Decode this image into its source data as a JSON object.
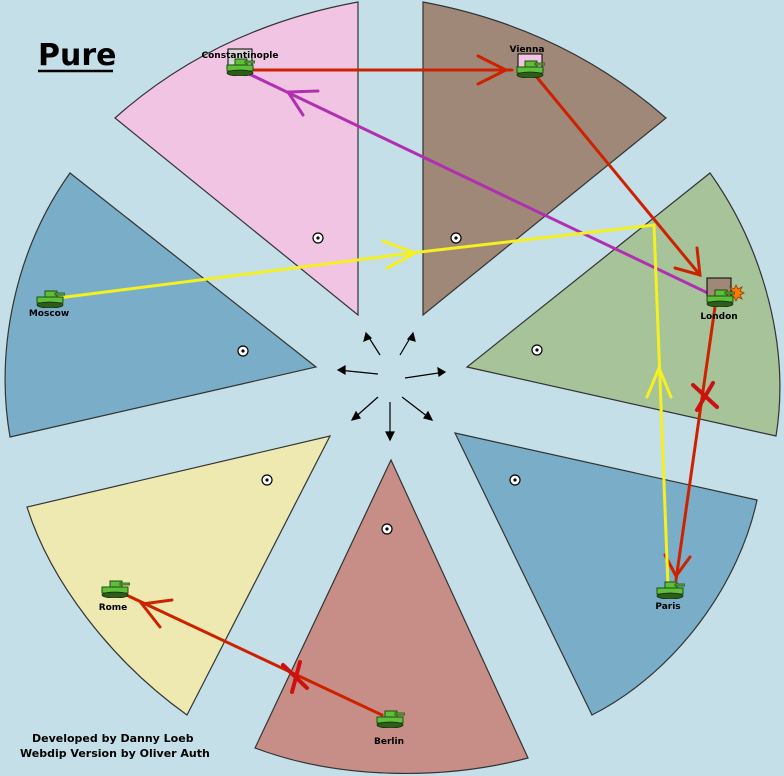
{
  "title": "Pure",
  "credits": {
    "line1": "Developed by Danny Loeb",
    "line2": "Webdip Version by Oliver Auth"
  },
  "colors": {
    "background": "#c5dfe8",
    "constantinople": "#f2c4e4",
    "vienna": "#a08878",
    "london": "#a6c39a",
    "paris": "#7aaec8",
    "berlin": "#c68e86",
    "rome": "#ede9b0",
    "moscow": "#7aaec8",
    "order_red": "#cc2200",
    "order_magenta": "#b030b0",
    "order_yellow": "#f5f020",
    "unit": "#5fbf3a"
  },
  "territories": [
    {
      "name": "Constantinople",
      "color": "#f2c4e4"
    },
    {
      "name": "Vienna",
      "color": "#a08878"
    },
    {
      "name": "London",
      "color": "#a6c39a"
    },
    {
      "name": "Paris",
      "color": "#7aaec8"
    },
    {
      "name": "Berlin",
      "color": "#c68e86"
    },
    {
      "name": "Rome",
      "color": "#ede9b0"
    },
    {
      "name": "Moscow",
      "color": "#7aaec8"
    }
  ],
  "units": [
    {
      "territory": "Constantinople",
      "type": "army"
    },
    {
      "territory": "Vienna",
      "type": "army"
    },
    {
      "territory": "London",
      "type": "army",
      "dislodged": true
    },
    {
      "territory": "Paris",
      "type": "army"
    },
    {
      "territory": "Berlin",
      "type": "army"
    },
    {
      "territory": "Rome",
      "type": "army"
    },
    {
      "territory": "Moscow",
      "type": "army"
    }
  ],
  "orders": [
    {
      "from": "Constantinople",
      "to": "Vienna",
      "type": "move",
      "color": "red",
      "failed": false
    },
    {
      "from": "Vienna",
      "to": "London",
      "type": "move",
      "color": "red",
      "failed": false
    },
    {
      "from": "London",
      "to": "Constantinople",
      "type": "move",
      "color": "magenta",
      "failed": false
    },
    {
      "from": "London",
      "to": "Paris",
      "type": "move",
      "color": "red",
      "failed": true
    },
    {
      "from": "Paris",
      "to": "Vienna",
      "type": "support",
      "color": "yellow"
    },
    {
      "from": "Moscow",
      "to": "Vienna",
      "type": "support",
      "color": "yellow"
    },
    {
      "from": "Berlin",
      "to": "Rome",
      "type": "move",
      "color": "red",
      "failed": true
    }
  ]
}
